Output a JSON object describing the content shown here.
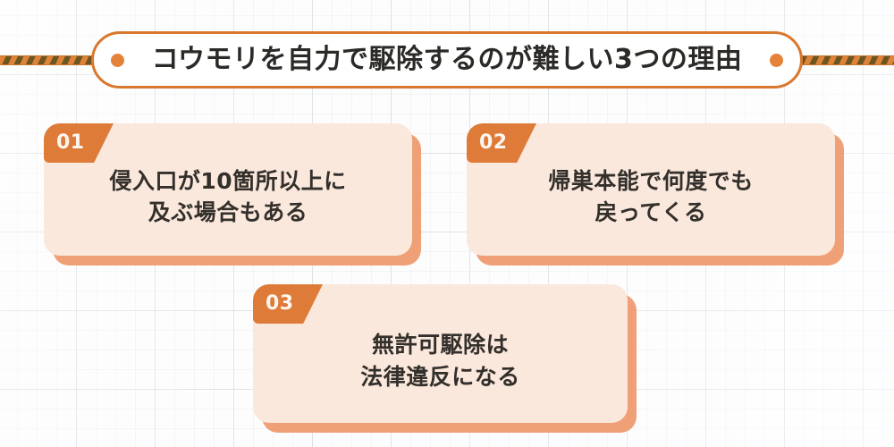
{
  "banner": {
    "title": "コウモリを自力で駆除するのが難しい3つの理由",
    "border_color": "#d9772f",
    "dot_color": "#e5823a",
    "background": "#ffffff"
  },
  "decoration": {
    "rope_stripe_colors": [
      "#e08339",
      "#6b5520"
    ],
    "background": "graph-paper-grid"
  },
  "theme": {
    "badge_color": "#de7b38",
    "card_fill": "#fae8dc",
    "card_shadow": "#f0a077",
    "text_color": "#332f2b",
    "badge_text_color": "#fdf6ef"
  },
  "cards": [
    {
      "number": "01",
      "text": "侵入口が10箇所以上に\n及ぶ場合もある",
      "line1": "侵入口が10箇所以上に",
      "line2": "及ぶ場合もある"
    },
    {
      "number": "02",
      "text": "帰巣本能で何度でも\n戻ってくる",
      "line1": "帰巣本能で何度でも",
      "line2": "戻ってくる"
    },
    {
      "number": "03",
      "text": "無許可駆除は\n法律違反になる",
      "line1": "無許可駆除は",
      "line2": "法律違反になる"
    }
  ]
}
